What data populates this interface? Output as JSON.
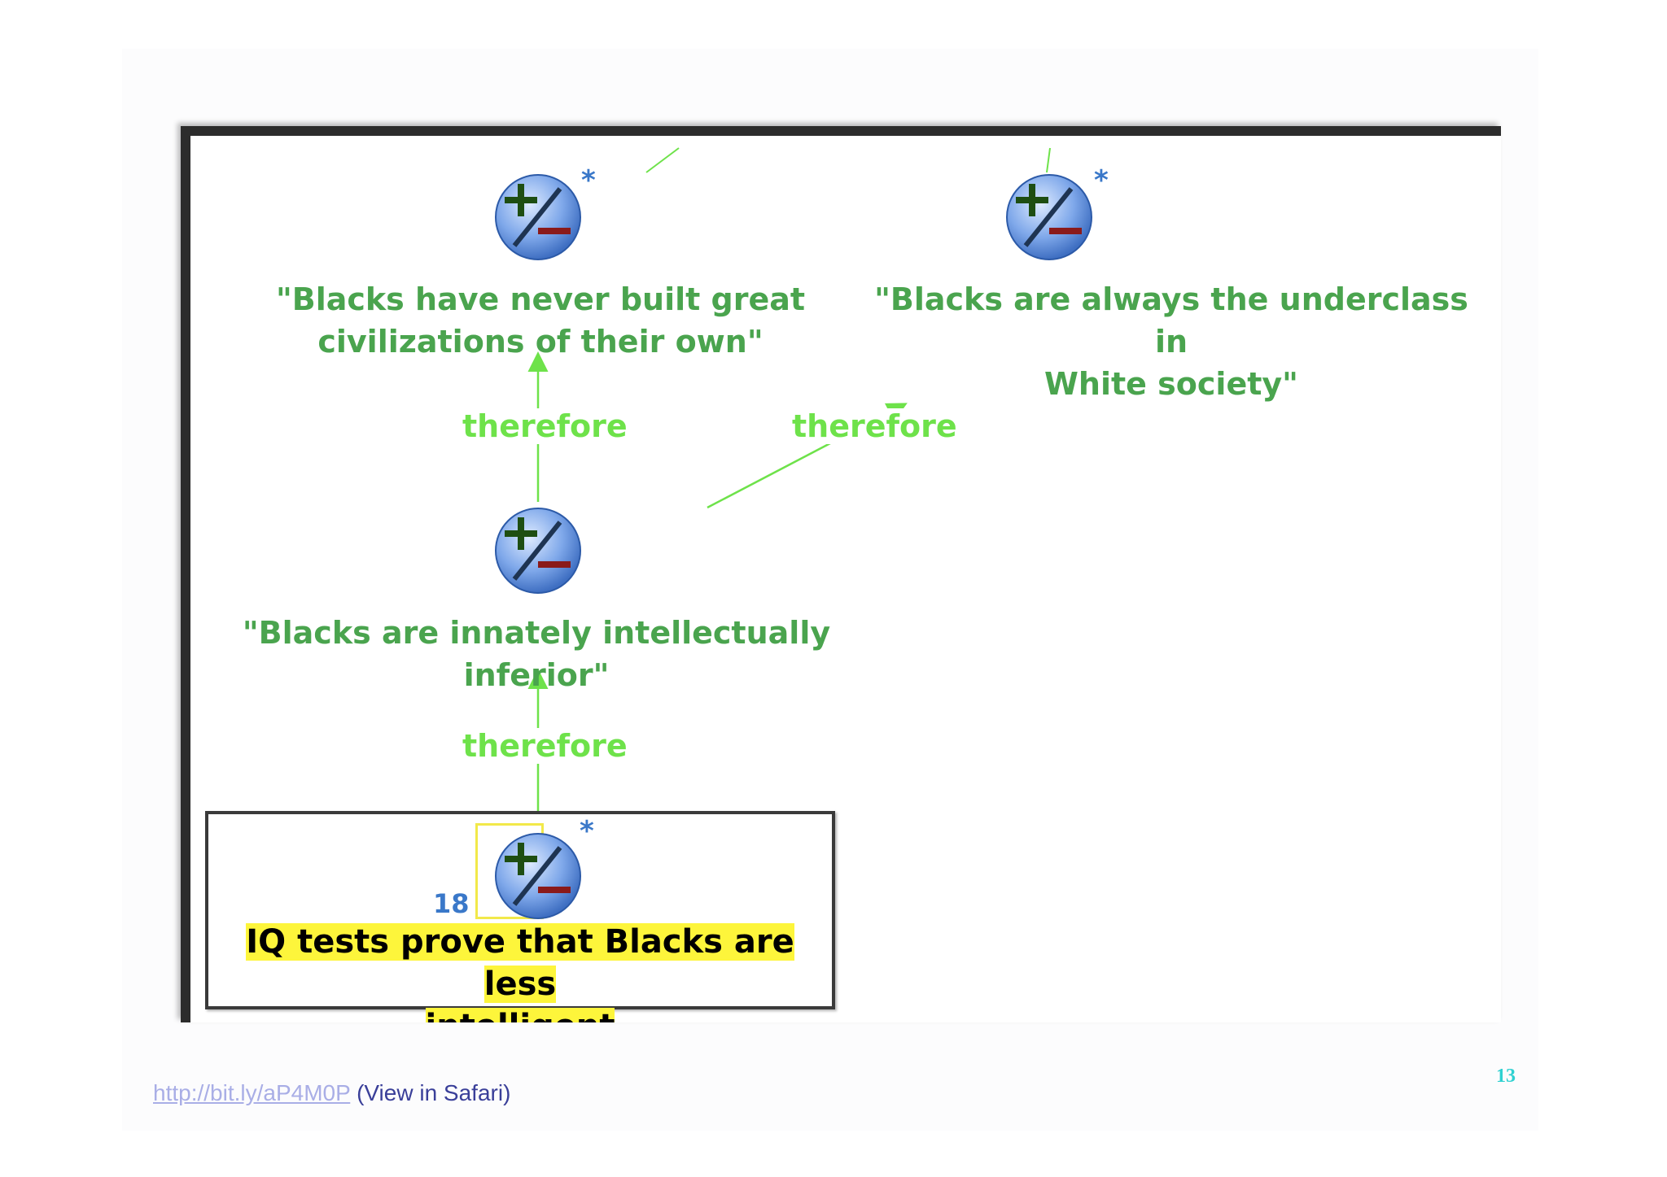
{
  "map": {
    "nodes": [
      {
        "text": "\"Blacks have never built great civilizations of their own\"",
        "lines": [
          "\"Blacks have never built great",
          "civilizations of their own\""
        ],
        "starred": true
      },
      {
        "text": "\"Blacks are always the underclass in White society\"",
        "lines": [
          "\"Blacks are always the underclass in",
          "White society\""
        ],
        "starred": true
      },
      {
        "text": "\"Blacks are innately intellectually inferior\"",
        "lines": [
          "\"Blacks are innately intellectually",
          "inferior\""
        ],
        "starred": false
      }
    ],
    "links": [
      {
        "label": "therefore"
      },
      {
        "label": "therefore"
      },
      {
        "label": "therefore"
      }
    ],
    "selected_node": {
      "lines": [
        "IQ tests prove that Blacks are less",
        "intelligent"
      ],
      "count": "18",
      "starred": true
    },
    "asterisk": "*",
    "icon": "plus-minus-claim-icon",
    "colors": {
      "claim_text": "#4aa44e",
      "link_text": "#6ee24a",
      "highlight": "#fdf53b",
      "icon_blue": "#3a78c9"
    }
  },
  "footer": {
    "link_text": "http://bit.ly/aP4M0P",
    "view_text": "(View in Safari)",
    "page_number": "13"
  }
}
